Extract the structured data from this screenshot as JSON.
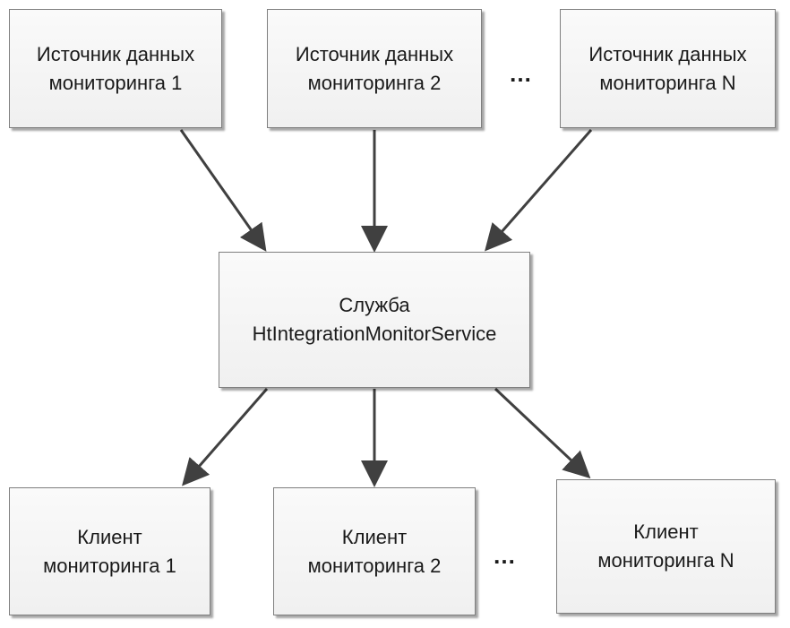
{
  "sources": [
    {
      "line1": "Источник данных",
      "line2": "мониторинга 1"
    },
    {
      "line1": "Источник данных",
      "line2": "мониторинга 2"
    },
    {
      "line1": "Источник данных",
      "line2": "мониторинга N"
    }
  ],
  "service": {
    "line1": "Служба",
    "line2": "HtIntegrationMonitorService"
  },
  "clients": [
    {
      "line1": "Клиент",
      "line2": "мониторинга 1"
    },
    {
      "line1": "Клиент",
      "line2": "мониторинга 2"
    },
    {
      "line1": "Клиент",
      "line2": "мониторинга N"
    }
  ],
  "ellipsis": "…",
  "colors": {
    "box_border": "#7f7f7f",
    "arrow": "#404040",
    "box_fill": "#f5f5f5"
  }
}
